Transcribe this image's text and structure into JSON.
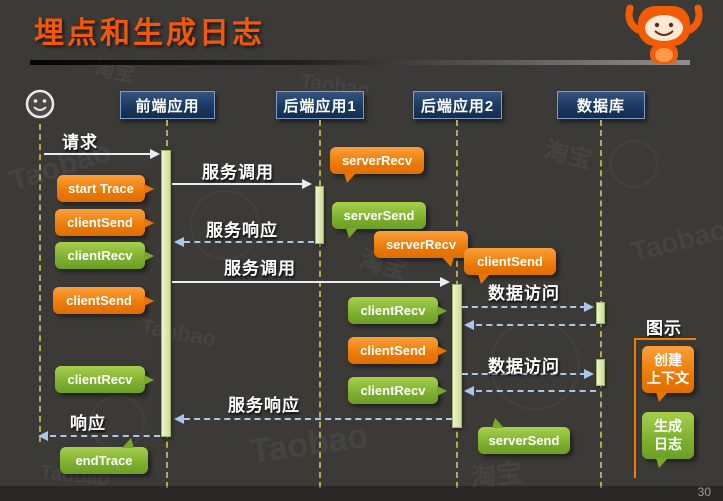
{
  "slide": {
    "title": "埋点和生成日志",
    "page_number": "30"
  },
  "background": {
    "watermark_en": "Taobao",
    "watermark_cn": "淘宝"
  },
  "actors": [
    {
      "label": "前端应用"
    },
    {
      "label": "后端应用1"
    },
    {
      "label": "后端应用2"
    },
    {
      "label": "数据库"
    }
  ],
  "messages": [
    {
      "label": "请求",
      "style": "solid"
    },
    {
      "label": "服务调用",
      "style": "solid"
    },
    {
      "label": "服务响应",
      "style": "dashed"
    },
    {
      "label": "服务调用",
      "style": "solid"
    },
    {
      "label": "数据访问",
      "style": "dashed"
    },
    {
      "label": "数据访问",
      "style": "dashed"
    },
    {
      "label": "服务响应",
      "style": "dashed"
    },
    {
      "label": "响应",
      "style": "dashed"
    }
  ],
  "bubbles": [
    {
      "label": "start Trace",
      "color": "orange"
    },
    {
      "label": "clientSend",
      "color": "orange"
    },
    {
      "label": "clientRecv",
      "color": "green"
    },
    {
      "label": "clientSend",
      "color": "orange"
    },
    {
      "label": "clientRecv",
      "color": "green"
    },
    {
      "label": "endTrace",
      "color": "green"
    },
    {
      "label": "serverRecv",
      "color": "orange"
    },
    {
      "label": "serverSend",
      "color": "green"
    },
    {
      "label": "serverRecv",
      "color": "orange"
    },
    {
      "label": "clientSend",
      "color": "orange"
    },
    {
      "label": "clientRecv",
      "color": "green"
    },
    {
      "label": "clientSend",
      "color": "orange"
    },
    {
      "label": "clientRecv",
      "color": "green"
    },
    {
      "label": "serverSend",
      "color": "green"
    }
  ],
  "legend": {
    "title": "图示",
    "items": [
      {
        "label": "创建\n上下文",
        "color": "orange"
      },
      {
        "label": "生成\n日志",
        "color": "green"
      }
    ]
  },
  "colors": {
    "title": "#f2570a",
    "bubble_orange": "#ed7a06",
    "bubble_green": "#7cb02e",
    "actor_bg": "#1b3a63",
    "activation": "#dde8b8",
    "arrow_solid": "#e6edf5",
    "arrow_dashed": "#a9c7e8",
    "lifeline": "#b7a94f",
    "legend_bracket": "#ef7f00"
  }
}
